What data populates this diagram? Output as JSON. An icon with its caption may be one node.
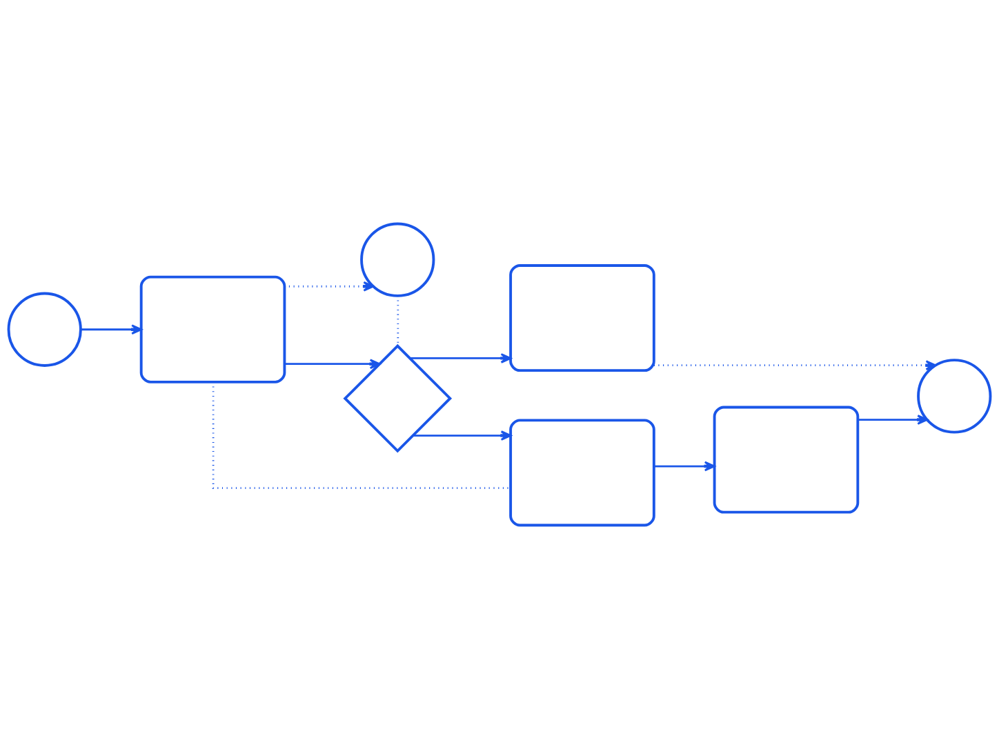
{
  "diagram": {
    "nodes": [
      {
        "text": [],
        "shape": "circle"
      },
      {
        "text": [],
        "shape": "box"
      },
      {
        "text": [],
        "shape": "circle"
      },
      {
        "text": [],
        "shape": "diamond"
      },
      {
        "text": [],
        "shape": "box"
      },
      {
        "text": [],
        "shape": "box"
      },
      {
        "text": [],
        "shape": "box"
      },
      {
        "text": [],
        "shape": "circle"
      }
    ],
    "edges": [
      {
        "from": 0,
        "to": 1,
        "arrow": "to"
      },
      {
        "from": 1,
        "to": 2,
        "arrow": "to",
        "style": "dashed"
      },
      {
        "from": 1,
        "to": 3,
        "arrow": "to"
      },
      {
        "from": 2,
        "to": 3,
        "arrow": "none",
        "style": "dashed"
      },
      {
        "from": 3,
        "to": 4,
        "arrow": "to"
      },
      {
        "from": 3,
        "to": 5,
        "arrow": "to"
      },
      {
        "from": 4,
        "to": 7,
        "arrow": "to",
        "style": "dashed"
      },
      {
        "from": 1,
        "to": 5,
        "arrow": "none",
        "style": "dashed"
      },
      {
        "from": 5,
        "to": 6,
        "arrow": "to"
      },
      {
        "from": 6,
        "to": 7,
        "arrow": "to"
      }
    ]
  }
}
